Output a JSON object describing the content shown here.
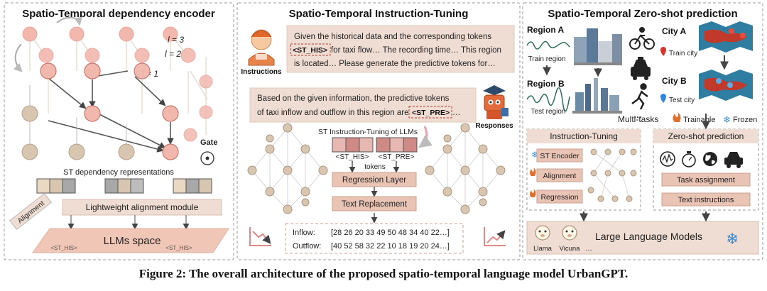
{
  "panels": {
    "left": {
      "title": "Spatio-Temporal dependency encoder",
      "layer_labels": [
        "l = 3",
        "l = 2",
        "l = 1"
      ],
      "gate_label": "Gate",
      "st_rep_label": "ST dependency representations",
      "alignment_module": "Lightweight alignment module",
      "alignment_tag": "Alignment",
      "llm_space": "LLMs space",
      "token_left": "<ST_HIS>",
      "token_right": "<ST_HIS>"
    },
    "middle": {
      "title": "Spatio-Temporal Instruction-Tuning",
      "instructions_label": "Instructions",
      "instruction_text": {
        "line1": "Given the historical data and the corresponding tokens",
        "token": "<ST_HIS>",
        "line2_rest": " for taxi flow… The recording time… This region",
        "line3": "is located… Please generate the predictive tokens for…"
      },
      "response_text": {
        "line1": "Based on the given information, the predictive tokens",
        "line2_pre": "of taxi inflow and outflow in this region are ",
        "token": "<ST_PRE>",
        "line2_post": "…"
      },
      "responses_label": "Responses",
      "tuning_label": "ST Instruction-Tuning of LLMs",
      "token_his": "<ST_HIS>",
      "token_pre": "<ST_PRE>",
      "tokens_label": "tokens",
      "regression_layer": "Regression Layer",
      "text_replacement": "Text Replacement",
      "inflow_label": "Inflow:",
      "inflow_values": "[28 26 20 33 49 50 48 34 40 22…]",
      "outflow_label": "Outflow:",
      "outflow_values": "[40 52 58 32 22 10 18 19 20 24…]"
    },
    "right": {
      "title": "Spatio-Temporal Zero-shot prediction",
      "region_a": "Region A",
      "train_region": "Train region",
      "region_b": "Region B",
      "test_region": "Test region",
      "city_a": "City A",
      "train_city": "Train city",
      "city_b": "City B",
      "test_city": "Test city",
      "multi_tasks": "Multi-tasks",
      "trainable": "Trainable",
      "frozen": "Frozen",
      "instruction_tuning": "Instruction-Tuning",
      "st_encoder": "ST Encoder",
      "alignment": "Alignment",
      "regression": "Regression",
      "zero_shot": "Zero-shot prediction",
      "task_assignment": "Task assignment",
      "text_instructions": "Text instructions",
      "llm": "Large Language Models",
      "llama": "Llama",
      "vicuna": "Vicuna",
      "ellipsis": "…"
    }
  },
  "caption": "Figure 2: The overall architecture of the proposed spatio-temporal language model UrbanGPT.",
  "colors": {
    "node_pink": "#f2b8ae",
    "node_beige": "#d9c6b0",
    "box_fill": "#efdcd2",
    "btn_fill": "#e9c3b4",
    "dash_border": "#999999",
    "token_red": "#c0392b",
    "trainable": "#e07030",
    "frozen": "#3a8fd8"
  }
}
